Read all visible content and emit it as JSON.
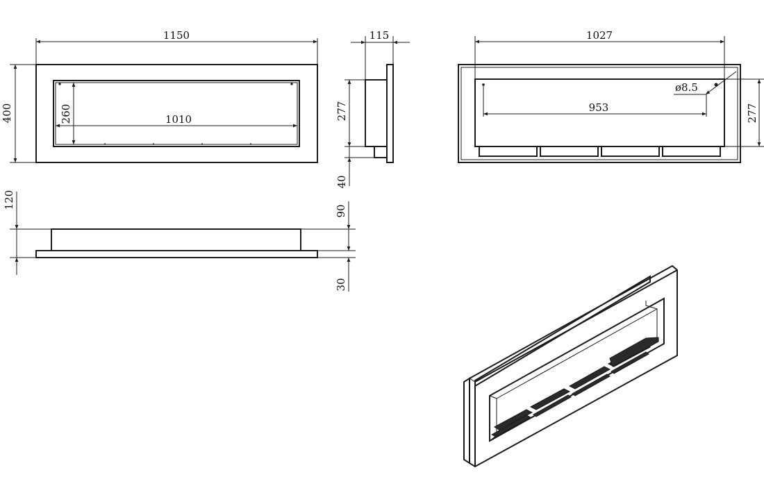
{
  "colors": {
    "line": "#1a1a1a",
    "background": "#ffffff",
    "burner": "#2a2a2a"
  },
  "front_view": {
    "overall_width": "1150",
    "overall_height": "400",
    "opening_width": "1010",
    "opening_height": "260"
  },
  "side_view": {
    "depth": "115",
    "body_height": "277",
    "lower_offset": "40"
  },
  "back_view": {
    "overall_width": "1027",
    "hole_spacing": "953",
    "hole_diameter": "ø8.5",
    "body_height": "277"
  },
  "top_view": {
    "total_height": "120",
    "body_height": "90",
    "flange_thickness": "30"
  }
}
